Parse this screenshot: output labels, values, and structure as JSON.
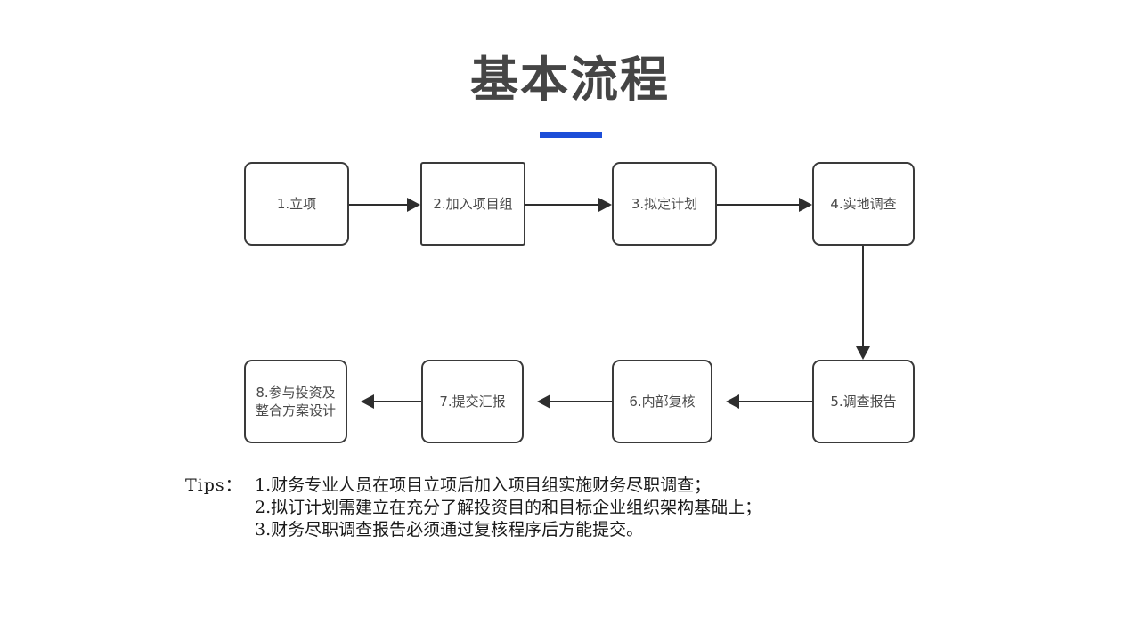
{
  "slide": {
    "title": "基本流程",
    "accent_color": "#1d4ed8",
    "title_color": "#454545",
    "background_color": "#ffffff",
    "node_border_color": "#3a3a3a",
    "connector_color": "#2e2e2e"
  },
  "flow": {
    "nodes": [
      {
        "id": "step-1",
        "label": "1.立项",
        "label_line2": ""
      },
      {
        "id": "step-2",
        "label": "2.加入项目组",
        "label_line2": ""
      },
      {
        "id": "step-3",
        "label": "3.拟定计划",
        "label_line2": ""
      },
      {
        "id": "step-4",
        "label": "4.实地调查",
        "label_line2": ""
      },
      {
        "id": "step-5",
        "label": "5.调查报告",
        "label_line2": ""
      },
      {
        "id": "step-6",
        "label": "6.内部复核",
        "label_line2": ""
      },
      {
        "id": "step-7",
        "label": "7.提交汇报",
        "label_line2": ""
      },
      {
        "id": "step-8",
        "label": "8.参与投资及",
        "label_line2": "整合方案设计"
      }
    ],
    "connectors": [
      {
        "from": "step-1",
        "to": "step-2",
        "direction": "right"
      },
      {
        "from": "step-2",
        "to": "step-3",
        "direction": "right"
      },
      {
        "from": "step-3",
        "to": "step-4",
        "direction": "right"
      },
      {
        "from": "step-4",
        "to": "step-5",
        "direction": "down"
      },
      {
        "from": "step-5",
        "to": "step-6",
        "direction": "left"
      },
      {
        "from": "step-6",
        "to": "step-7",
        "direction": "left"
      },
      {
        "from": "step-7",
        "to": "step-8",
        "direction": "left"
      }
    ]
  },
  "tips": {
    "label": "Tips：",
    "lines": [
      "1.财务专业人员在项目立项后加入项目组实施财务尽职调查；",
      "2.拟订计划需建立在充分了解投资目的和目标企业组织架构基础上；",
      "3.财务尽职调查报告必须通过复核程序后方能提交。"
    ]
  }
}
